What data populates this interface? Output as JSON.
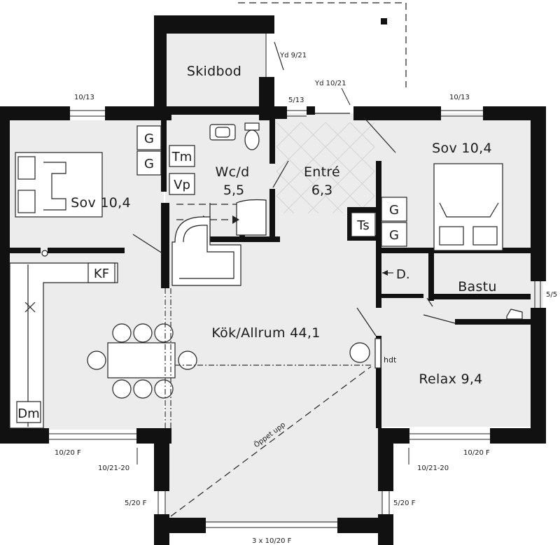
{
  "rooms": {
    "skidbod": "Skidbod",
    "sov_left": "Sov 10,4",
    "wcd": "Wc/d",
    "wcd_area": "5,5",
    "entre": "Entré",
    "entre_area": "6,3",
    "sov_right": "Sov 10,4",
    "kok": "Kök/Allrum 44,1",
    "bastu": "Bastu",
    "relax": "Relax 9,4"
  },
  "fixtures": {
    "g1": "G",
    "g2": "G",
    "tm": "Tm",
    "vp": "Vp",
    "g3": "G",
    "g4": "G",
    "ts": "Ts",
    "kf": "KF",
    "d": "D.",
    "dm": "Dm",
    "hdt": "hdt"
  },
  "annotations": {
    "yd_9_21": "Yd 9/21",
    "yd_10_21": "Yd 10/21",
    "w_10_13_left": "10/13",
    "w_5_13": "5/13",
    "w_10_13_right": "10/13",
    "w_5_5": "5/5",
    "w_10_20_f_left": "10/20 F",
    "w_10_21_20_left": "10/21-20",
    "w_5_20_f_left": "5/20 F",
    "w_3x10_20_f": "3 x 10/20 F",
    "w_5_20_f_right": "5/20 F",
    "w_10_21_20_right": "10/21-20",
    "w_10_20_f_right": "10/20 F",
    "oppet_upp": "Öppet upp"
  }
}
